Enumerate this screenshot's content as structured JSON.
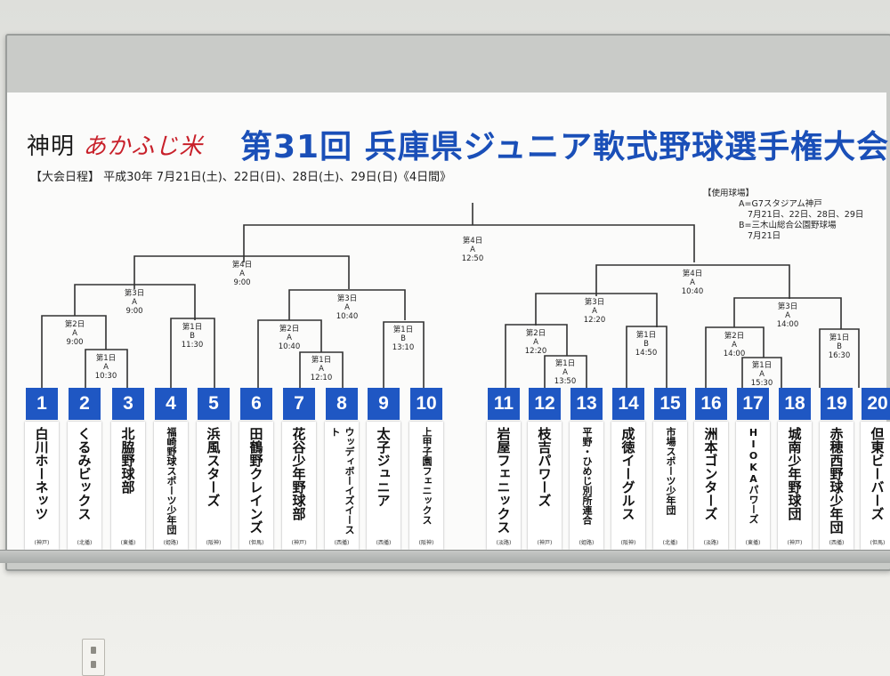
{
  "sponsor": {
    "black": "神明",
    "red": "あかふじ米"
  },
  "title": "第31回 兵庫県ジュニア軟式野球選手権大会",
  "schedule": "【大会日程】 平成30年 7月21日(土)、22日(日)、28日(土)、29日(日)《4日間》",
  "venue": {
    "label": "【使用球場】",
    "lines": [
      "A=G7スタジアム神戸",
      "7月21日、22日、28日、29日",
      "B=三木山総合公園野球場",
      "7月21日"
    ]
  },
  "colors": {
    "number_bg": "#1f57c3",
    "title": "#1a4fb8",
    "sponsor_red": "#c8202a"
  },
  "teams": [
    {
      "number": "1",
      "name": "白川ホーネッツ",
      "region": "(神戸)"
    },
    {
      "number": "2",
      "name": "くるみビックス",
      "region": "(北播)"
    },
    {
      "number": "3",
      "name": "北脇野球部",
      "region": "(東播)"
    },
    {
      "number": "4",
      "name": "福崎野球スポーツ少年団",
      "region": "(姫路)"
    },
    {
      "number": "5",
      "name": "浜風スターズ",
      "region": "(阪神)"
    },
    {
      "number": "6",
      "name": "田鶴野クレインズ",
      "region": "(但馬)"
    },
    {
      "number": "7",
      "name": "花谷少年野球部",
      "region": "(神戸)"
    },
    {
      "number": "8",
      "name": "ウッディボーイズイースト",
      "region": "(西播)"
    },
    {
      "number": "9",
      "name": "太子ジュニア",
      "region": "(西播)"
    },
    {
      "number": "10",
      "name": "上甲子園フェニックス",
      "region": "(阪神)"
    },
    {
      "number": "11",
      "name": "岩屋フェニックス",
      "region": "(淡路)"
    },
    {
      "number": "12",
      "name": "枝吉パワーズ",
      "region": "(神戸)"
    },
    {
      "number": "13",
      "name": "平野・ひめじ別所連合",
      "region": "(姫路)"
    },
    {
      "number": "14",
      "name": "成徳イーグルス",
      "region": "(阪神)"
    },
    {
      "number": "15",
      "name": "市場スポーツ少年団",
      "region": "(北播)"
    },
    {
      "number": "16",
      "name": "洲本ゴンターズ",
      "region": "(淡路)"
    },
    {
      "number": "17",
      "name": "HIOKAパワーズ",
      "region": "(東播)"
    },
    {
      "number": "18",
      "name": "城南少年野球団",
      "region": "(神戸)"
    },
    {
      "number": "19",
      "name": "赤穂西野球少年団",
      "region": "(西播)"
    },
    {
      "number": "20",
      "name": "但東ビーバーズ",
      "region": "(但馬)"
    }
  ],
  "matches": {
    "final": [
      "第4日",
      "A",
      "12:50"
    ],
    "sf_left": [
      "第4日",
      "A",
      "9:00"
    ],
    "sf_right": [
      "第4日",
      "A",
      "10:40"
    ],
    "qf1": [
      "第3日",
      "A",
      "9:00"
    ],
    "qf2": [
      "第3日",
      "A",
      "10:40"
    ],
    "qf3": [
      "第3日",
      "A",
      "12:20"
    ],
    "qf4": [
      "第3日",
      "A",
      "14:00"
    ],
    "r2_1": [
      "第2日",
      "A",
      "9:00"
    ],
    "r2_2": [
      "第2日",
      "A",
      "10:40"
    ],
    "r2_3": [
      "第2日",
      "A",
      "12:20"
    ],
    "r2_4": [
      "第2日",
      "A",
      "14:00"
    ],
    "r1_1": [
      "第1日",
      "A",
      "10:30"
    ],
    "r1_2": [
      "第1日",
      "B",
      "11:30"
    ],
    "r1_3": [
      "第1日",
      "A",
      "12:10"
    ],
    "r1_4": [
      "第1日",
      "B",
      "13:10"
    ],
    "r1_5": [
      "第1日",
      "A",
      "13:50"
    ],
    "r1_6": [
      "第1日",
      "B",
      "14:50"
    ],
    "r1_7": [
      "第1日",
      "A",
      "15:30"
    ],
    "r1_8": [
      "第1日",
      "B",
      "16:30"
    ]
  }
}
